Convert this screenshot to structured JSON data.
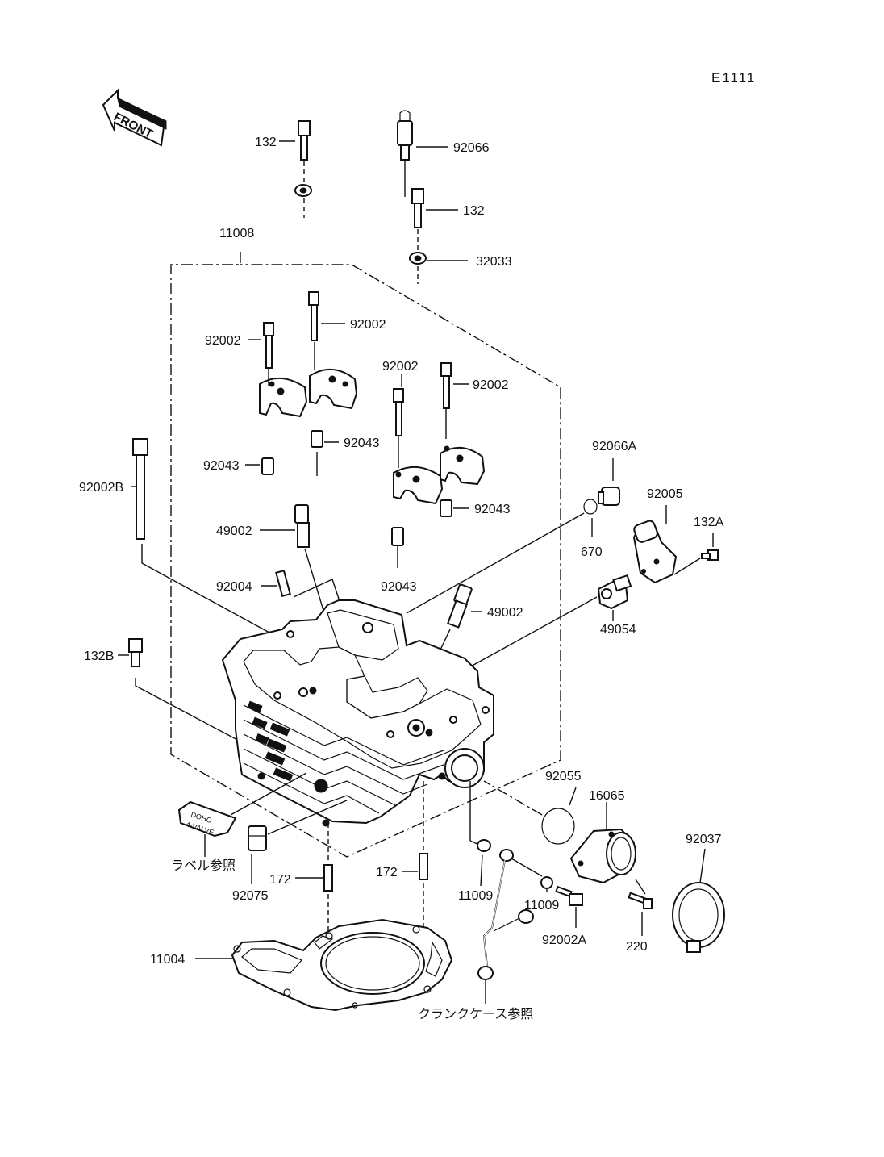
{
  "diagram_id": "E1111",
  "front_label": "FRONT",
  "parts": {
    "p132_top": "132",
    "p92066": "92066",
    "p132_mid": "132",
    "p11008": "11008",
    "p32033": "32033",
    "p92002_a": "92002",
    "p92002_b": "92002",
    "p92002_c": "92002",
    "p92002_d": "92002",
    "p92043_a": "92043",
    "p92043_b": "92043",
    "p92043_c": "92043",
    "p92043_d": "92043",
    "p92002B": "92002B",
    "p49002_a": "49002",
    "p49002_b": "49002",
    "p92004": "92004",
    "p92066A": "92066A",
    "p670": "670",
    "p92005": "92005",
    "p132A": "132A",
    "p49054": "49054",
    "p132B": "132B",
    "p92055": "92055",
    "p16065": "16065",
    "p92037": "92037",
    "p172_a": "172",
    "p172_b": "172",
    "p11009_a": "11009",
    "p11009_b": "11009",
    "p92002A": "92002A",
    "p220": "220",
    "p92075": "92075",
    "p11004": "11004"
  },
  "notes": {
    "label_ref": "ラベル参照",
    "crankcase_ref": "クランクケース参照",
    "badge_top": "DOHC",
    "badge_bottom": "4-VALVE"
  }
}
